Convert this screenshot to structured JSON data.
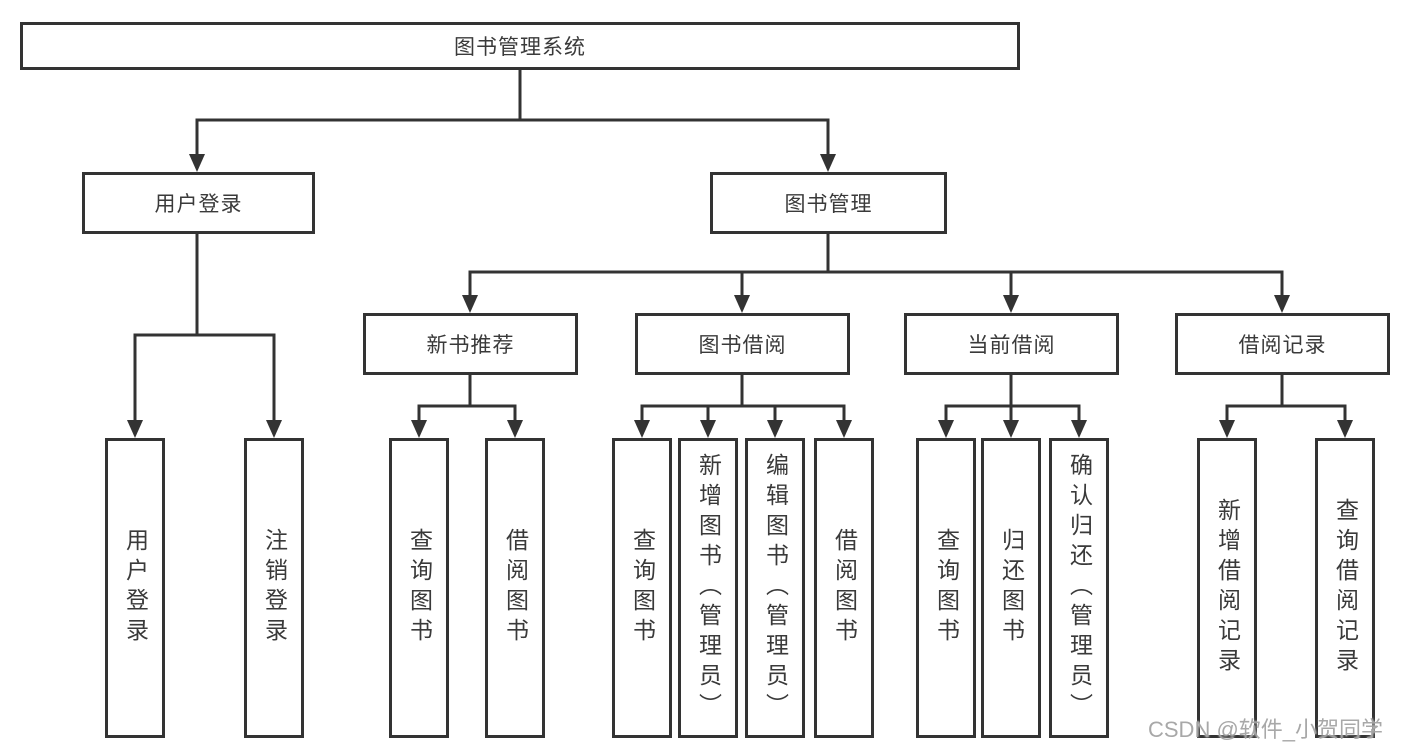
{
  "diagram": {
    "title": "图书管理系统",
    "children": [
      {
        "label": "用户登录",
        "children": [
          {
            "label": "用户登录"
          },
          {
            "label": "注销登录"
          }
        ]
      },
      {
        "label": "图书管理",
        "children": [
          {
            "label": "新书推荐",
            "children": [
              {
                "label": "查询图书"
              },
              {
                "label": "借阅图书"
              }
            ]
          },
          {
            "label": "图书借阅",
            "children": [
              {
                "label": "查询图书"
              },
              {
                "label": "新增图书（管理员）"
              },
              {
                "label": "编辑图书（管理员）"
              },
              {
                "label": "借阅图书"
              }
            ]
          },
          {
            "label": "当前借阅",
            "children": [
              {
                "label": "查询图书"
              },
              {
                "label": "归还图书"
              },
              {
                "label": "确认归还（管理员）"
              }
            ]
          },
          {
            "label": "借阅记录",
            "children": [
              {
                "label": "新增借阅记录"
              },
              {
                "label": "查询借阅记录"
              }
            ]
          }
        ]
      }
    ]
  },
  "watermark": "CSDN @软件_小贺同学",
  "colors": {
    "line": "#333333",
    "text": "#3a3a3a",
    "background": "#ffffff",
    "watermark": "#9e9e9e"
  }
}
